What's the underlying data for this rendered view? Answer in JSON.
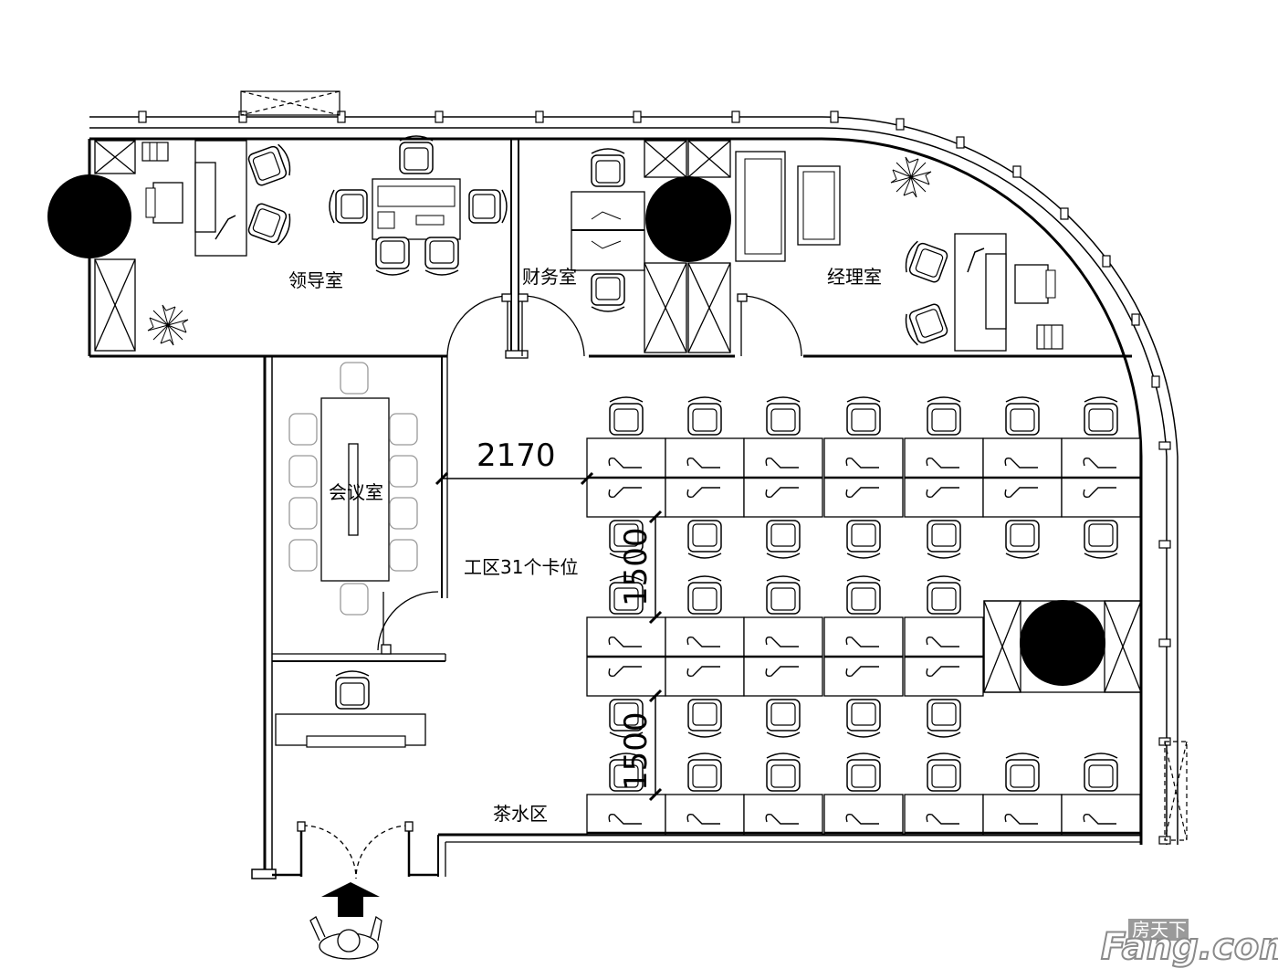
{
  "rooms": {
    "leader": "领导室",
    "finance": "财务室",
    "manager": "经理室",
    "meeting": "会议室",
    "workzone": "工区31个卡位",
    "tea": "茶水区"
  },
  "dimensions": {
    "aisle_width": "2170",
    "gap_upper": "1500",
    "gap_lower": "1500"
  },
  "watermark": {
    "cn": "房天下",
    "brand": "Fang.com"
  },
  "colors": {
    "line": "#000000",
    "column": "#000000",
    "watermark": "#8a8a8a"
  }
}
